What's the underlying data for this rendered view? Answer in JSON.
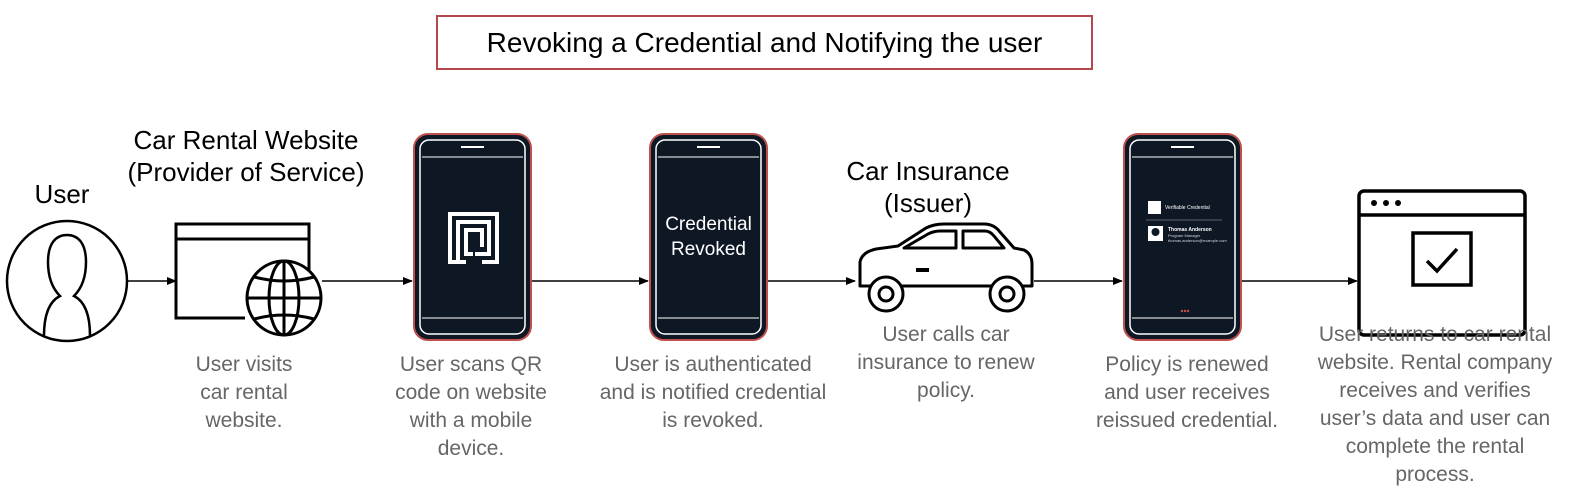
{
  "title": "Revoking a Credential and Notifying the user",
  "headings": {
    "user": "User",
    "car_rental": "Car Rental Website (Provider of Service)",
    "car_insurance": "Car Insurance (Issuer)"
  },
  "phone_screens": {
    "revoked": "Credential Revoked",
    "card_title": "Verifiable Credential",
    "card_name": "Thomas Anderson",
    "card_role": "Program Manager",
    "card_email": "thomas.anderson@example.com"
  },
  "captions": {
    "step1": "User visits car rental website.",
    "step2": "User scans QR code on website with a mobile device.",
    "step3": "User is authenticated and is notified credential is revoked.",
    "step4": "User calls car insurance to renew policy.",
    "step5": "Policy is renewed and user receives reissued credential.",
    "step6": "User returns to car rental website. Rental company receives and verifies user’s data and user can complete the rental process."
  },
  "colors": {
    "phone_body": "#0e1825",
    "phone_border": "#c0504d",
    "title_border": "#b3484d",
    "caption_text": "#666666"
  }
}
